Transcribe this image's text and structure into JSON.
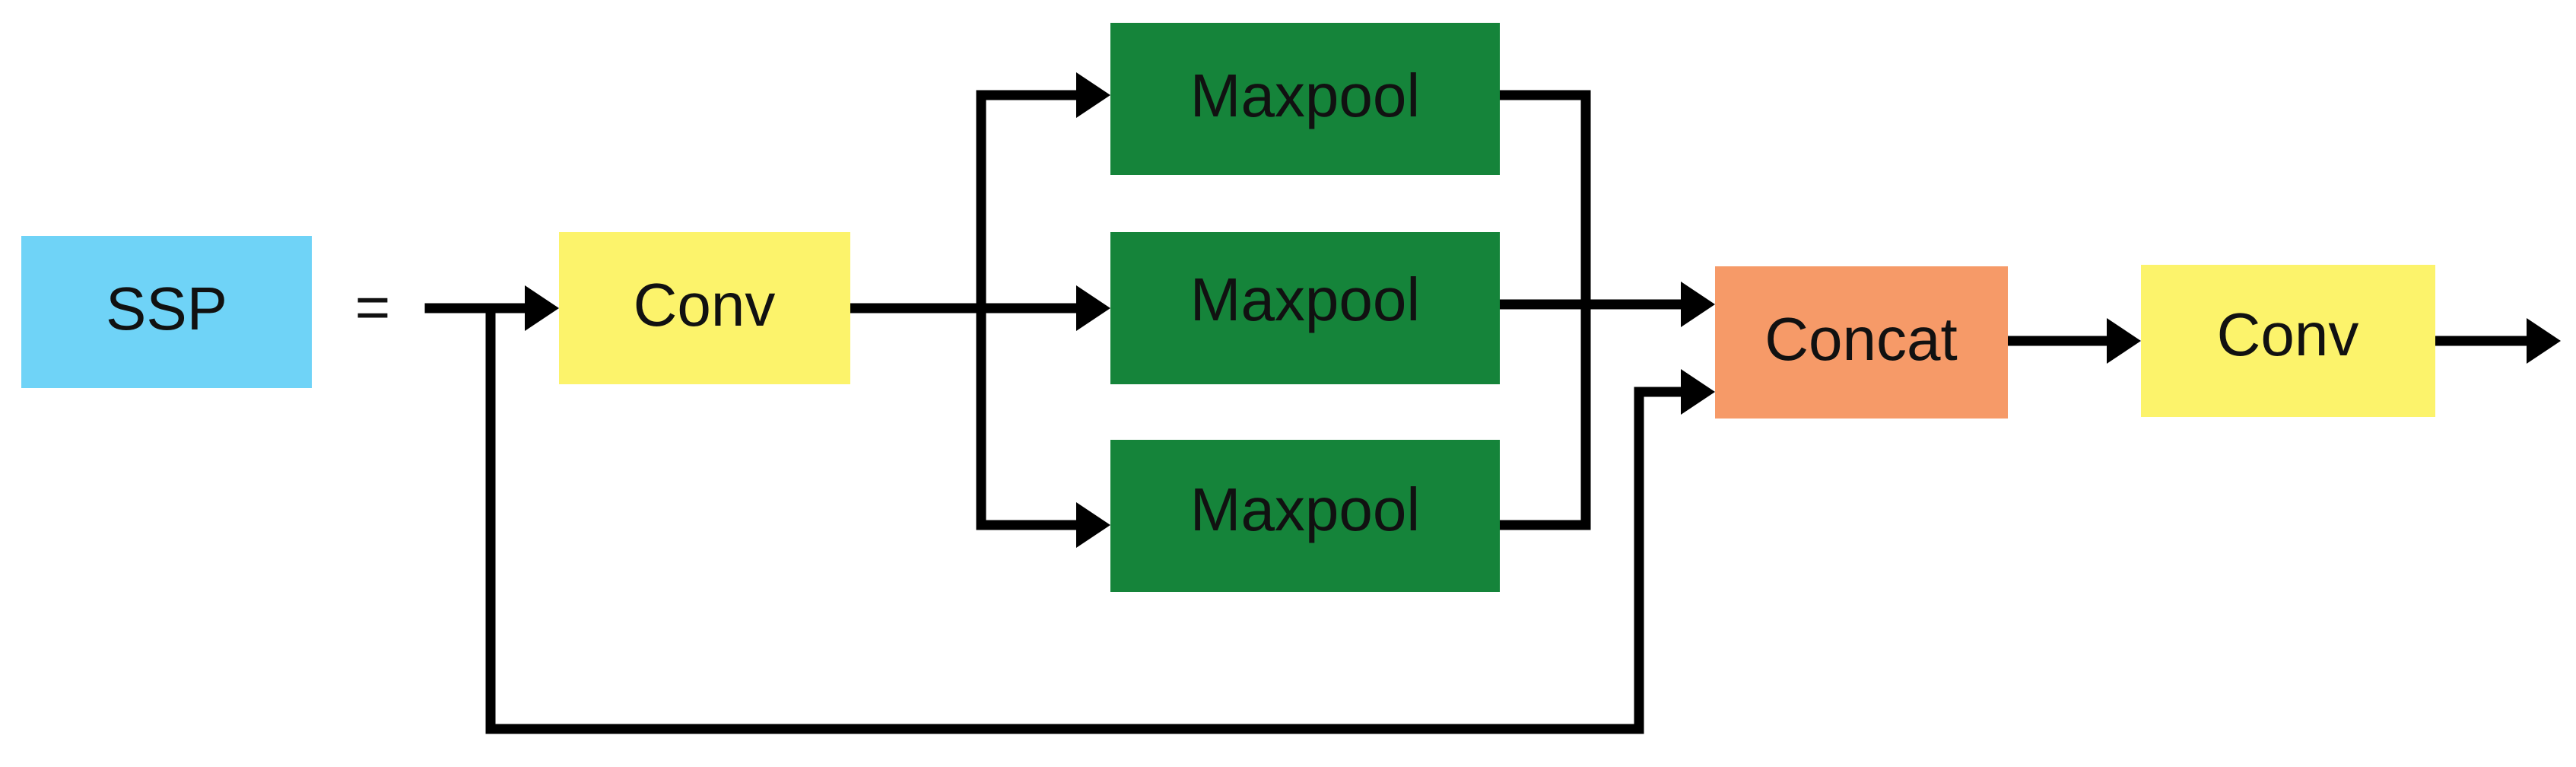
{
  "nodes": {
    "ssp": {
      "label": "SSP",
      "color": "#6fd3f7"
    },
    "equals": {
      "label": "="
    },
    "conv1": {
      "label": "Conv",
      "color": "#fcf36b"
    },
    "maxpool_top": {
      "label": "Maxpool",
      "color": "#15843a"
    },
    "maxpool_mid": {
      "label": "Maxpool",
      "color": "#15843a"
    },
    "maxpool_bot": {
      "label": "Maxpool",
      "color": "#15843a"
    },
    "concat": {
      "label": "Concat",
      "color": "#f69a68"
    },
    "conv2": {
      "label": "Conv",
      "color": "#fcf36b"
    }
  },
  "edges": [
    {
      "from": "input",
      "to": "conv1"
    },
    {
      "from": "conv1",
      "to": "maxpool_top"
    },
    {
      "from": "conv1",
      "to": "maxpool_mid"
    },
    {
      "from": "conv1",
      "to": "maxpool_bot"
    },
    {
      "from": "maxpool_top",
      "to": "concat"
    },
    {
      "from": "maxpool_mid",
      "to": "concat"
    },
    {
      "from": "maxpool_bot",
      "to": "concat"
    },
    {
      "from": "input",
      "to": "concat",
      "kind": "skip"
    },
    {
      "from": "concat",
      "to": "conv2"
    },
    {
      "from": "conv2",
      "to": "output"
    }
  ]
}
